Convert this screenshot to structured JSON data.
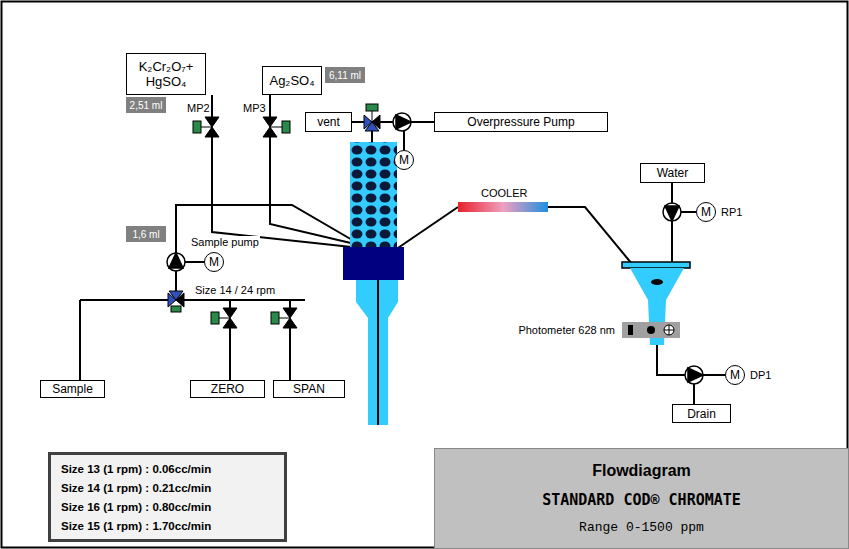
{
  "diagram": {
    "nodes": [
      {
        "text": [
          "K₂Cr₂O₇+ HgSO₄"
        ]
      },
      {
        "text": [
          "2,51 ml"
        ]
      },
      {
        "text": [
          "Ag₂SO₄"
        ]
      },
      {
        "text": [
          "6,11 ml"
        ]
      },
      {
        "text": [
          "vent"
        ]
      },
      {
        "text": [
          "Overpressure Pump"
        ]
      },
      {
        "text": [
          "M"
        ]
      },
      {
        "text": [
          "Water"
        ]
      },
      {
        "text": [
          "M"
        ]
      },
      {
        "text": [
          "1,6 ml"
        ]
      },
      {
        "text": [
          "M"
        ]
      },
      {
        "text": [
          "Sample"
        ]
      },
      {
        "text": [
          "ZERO"
        ]
      },
      {
        "text": [
          "SPAN"
        ]
      },
      {
        "text": [
          "M"
        ]
      },
      {
        "text": [
          "Drain"
        ]
      },
      {
        "text": [
          "Size 13 (1 rpm) : 0.06cc/min",
          "Size 14 (1 rpm) : 0.21cc/min",
          "Size 16 (1 rpm) : 0.80cc/min",
          "Size 15 (1 rpm) : 1.70cc/min"
        ]
      },
      {
        "text": [
          "Flowdiagram",
          "STANDARD COD® CHROMATE",
          "Range 0-1500 ppm"
        ]
      }
    ],
    "labels": [
      "MP2",
      "MP3",
      "Sample pump",
      "Size 14 / 24 rpm",
      "COOLER",
      "RP1",
      "Photometer 628 nm",
      "DP1"
    ]
  }
}
